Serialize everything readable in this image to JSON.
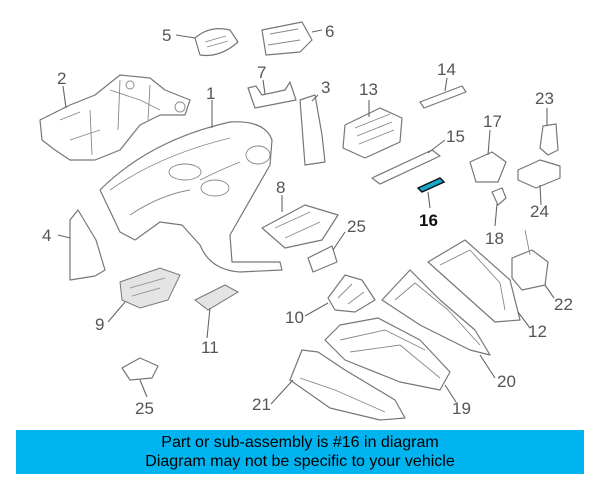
{
  "diagram": {
    "callouts": {
      "p1": "1",
      "p2": "2",
      "p3": "3",
      "p4": "4",
      "p5": "5",
      "p6": "6",
      "p7": "7",
      "p8": "8",
      "p9": "9",
      "p10": "10",
      "p11": "11",
      "p12": "12",
      "p13": "13",
      "p14": "14",
      "p15": "15",
      "p16": "16",
      "p17": "17",
      "p18": "18",
      "p19": "19",
      "p20": "20",
      "p21": "21",
      "p22": "22",
      "p23": "23",
      "p24": "24",
      "p25a": "25",
      "p25b": "25"
    },
    "highlight_color": "#1aa7c9"
  },
  "banner": {
    "line1": "Part or sub-assembly is #16 in diagram",
    "line2": "Diagram may not be specific to your vehicle",
    "background": "#00b4ef"
  }
}
